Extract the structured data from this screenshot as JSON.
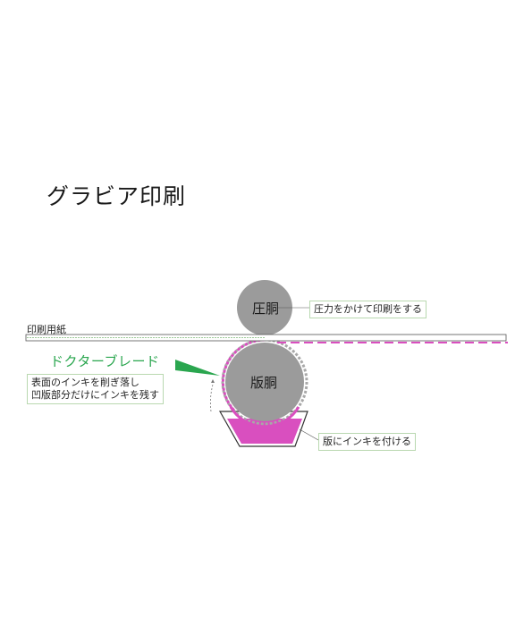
{
  "title": "グラビア印刷",
  "labels": {
    "paper": "印刷用紙",
    "impression_cylinder": "圧胴",
    "plate_cylinder": "版胴",
    "doctor_blade": "ドクターブレード"
  },
  "callouts": {
    "pressure": "圧力をかけて印刷をする",
    "blade_line1": "表面のインキを削ぎ落し",
    "blade_line2": "凹版部分だけにインキを残す",
    "ink_tray": "版にインキを付ける"
  },
  "colors": {
    "cylinder": "#9b9b9b",
    "ink": "#d94fbf",
    "blade": "#2aa64f",
    "callout_border": "#b9d8b0"
  }
}
